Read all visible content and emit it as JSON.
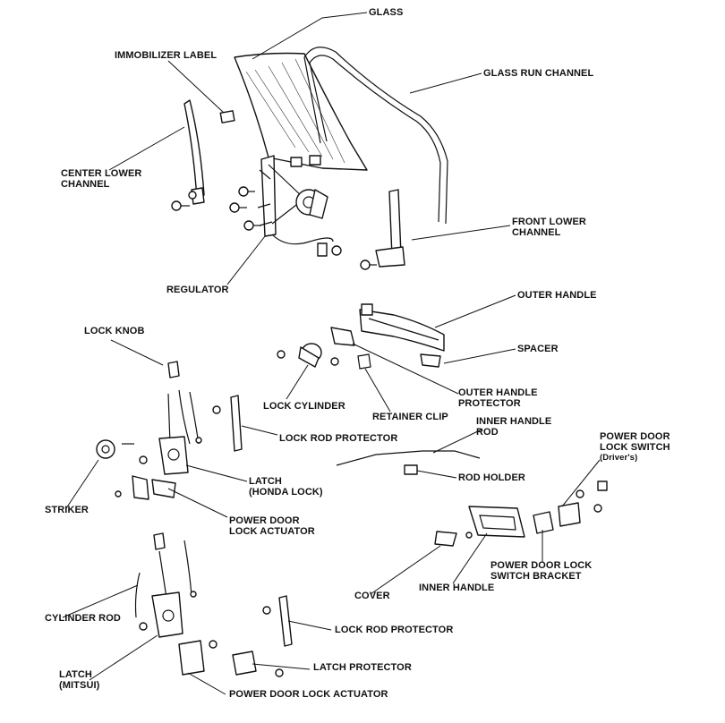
{
  "labels": {
    "glass": "GLASS",
    "immobilizer_label": "IMMOBILIZER LABEL",
    "glass_run_channel": "GLASS RUN CHANNEL",
    "center_lower_channel": [
      "CENTER LOWER",
      "CHANNEL"
    ],
    "front_lower_channel": [
      "FRONT LOWER",
      "CHANNEL"
    ],
    "regulator": "REGULATOR",
    "outer_handle": "OUTER HANDLE",
    "lock_knob": "LOCK KNOB",
    "spacer": "SPACER",
    "outer_handle_protector": [
      "OUTER HANDLE",
      "PROTECTOR"
    ],
    "lock_cylinder": "LOCK CYLINDER",
    "retainer_clip": "RETAINER CLIP",
    "inner_handle_rod": [
      "INNER HANDLE",
      "ROD"
    ],
    "lock_rod_protector_top": "LOCK ROD PROTECTOR",
    "power_door_lock_switch": [
      "POWER DOOR",
      "LOCK SWITCH",
      "(Driver's)"
    ],
    "rod_holder": "ROD HOLDER",
    "latch_honda": [
      "LATCH",
      "(HONDA LOCK)"
    ],
    "striker": "STRIKER",
    "power_door_lock_actuator_top": [
      "POWER DOOR",
      "LOCK ACTUATOR"
    ],
    "power_door_lock_switch_bracket": [
      "POWER DOOR LOCK",
      "SWITCH BRACKET"
    ],
    "cover": "COVER",
    "inner_handle": "INNER HANDLE",
    "cylinder_rod": "CYLINDER ROD",
    "lock_rod_protector_bottom": "LOCK ROD PROTECTOR",
    "latch_protector": "LATCH PROTECTOR",
    "latch_mitsui": [
      "LATCH",
      "(MITSUI)"
    ],
    "power_door_lock_actuator_bottom": "POWER DOOR LOCK ACTUATOR"
  }
}
